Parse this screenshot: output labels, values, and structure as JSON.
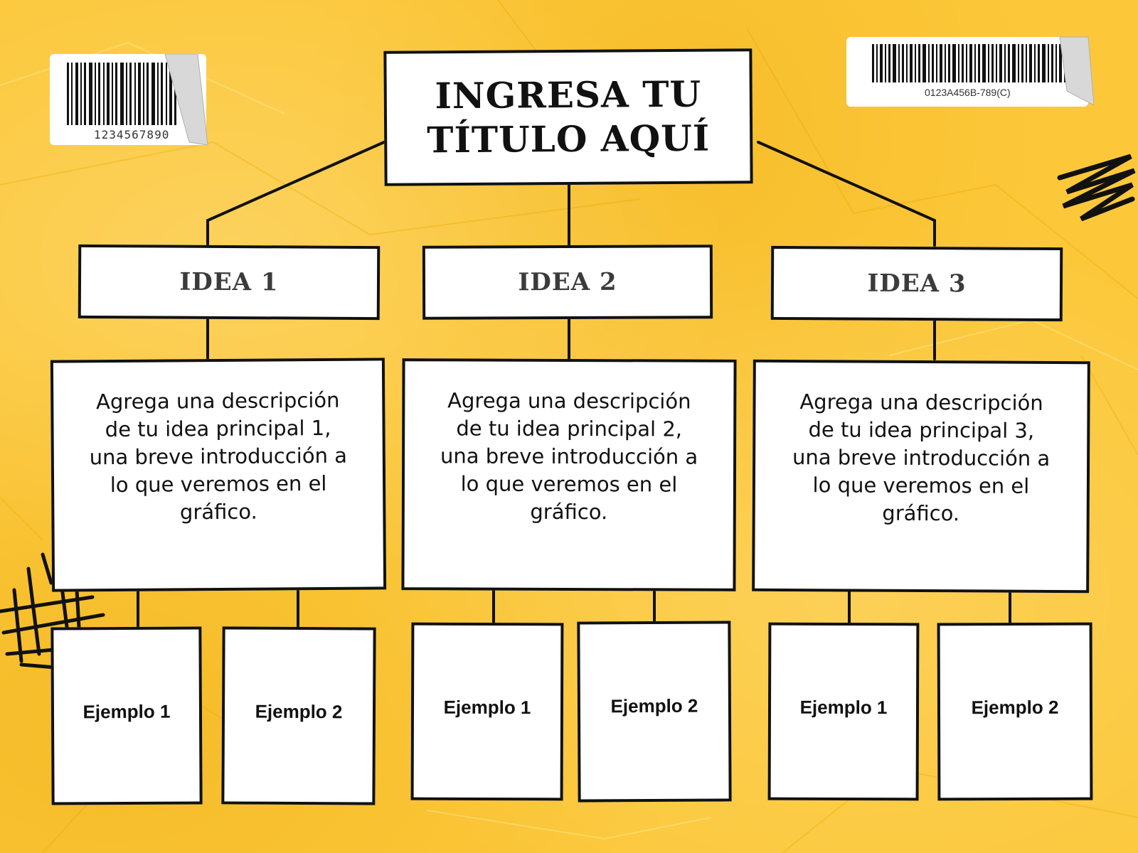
{
  "title": "INGRESA TU\nTÍTULO AQUÍ",
  "barcodes": {
    "left_number": "1234567890",
    "right_number": "0123A456B-789(C)"
  },
  "ideas": [
    {
      "label": "IDEA 1",
      "description": "Agrega una descripción de tu idea principal 1, una breve introducción a lo que veremos en el gráfico.",
      "examples": [
        "Ejemplo 1",
        "Ejemplo 2"
      ]
    },
    {
      "label": "IDEA 2",
      "description": "Agrega una descripción de tu idea principal 2, una breve introducción a lo que veremos en el gráfico.",
      "examples": [
        "Ejemplo 1",
        "Ejemplo 2"
      ]
    },
    {
      "label": "IDEA 3",
      "description": "Agrega una descripción de tu idea principal 3, una breve introducción a lo que veremos en el gráfico.",
      "examples": [
        "Ejemplo 1",
        "Ejemplo 2"
      ]
    }
  ],
  "colors": {
    "background": "#fcc83a",
    "box": "#ffffff",
    "outline": "#111111"
  }
}
